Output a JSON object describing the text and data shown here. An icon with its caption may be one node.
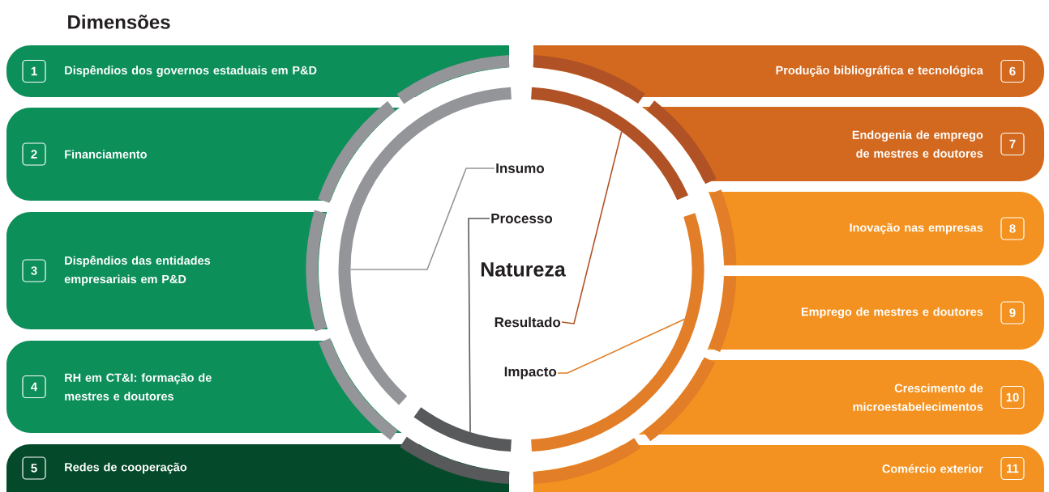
{
  "diagram": {
    "title": "Dimensões",
    "nodes": [
      {
        "text": [
          "1",
          "Dispêndios dos governos estaduais em P&D"
        ]
      },
      {
        "text": [
          "2",
          "Financiamento"
        ]
      },
      {
        "text": [
          "3",
          "Dispêndios das entidades empresariais em P&D"
        ]
      },
      {
        "text": [
          "4",
          "RH em CT&I: formação de mestres e doutores"
        ]
      },
      {
        "text": [
          "5",
          "Redes de cooperação"
        ]
      },
      {
        "text": [
          "Produção bibliográfica e tecnológica",
          "6"
        ]
      },
      {
        "text": [
          "Endogenia de emprego de mestres e doutores",
          "7"
        ]
      },
      {
        "text": [
          "Inovação nas empresas",
          "8"
        ]
      },
      {
        "text": [
          "Emprego de mestres e doutores",
          "9"
        ]
      },
      {
        "text": [
          "Crescimento de microestabelecimentos",
          "10"
        ]
      },
      {
        "text": [
          "Comércio exterior",
          "11"
        ]
      },
      {
        "text": [
          "Insumo"
        ]
      },
      {
        "text": [
          "Processo"
        ]
      },
      {
        "text": [
          "Resultado"
        ]
      },
      {
        "text": [
          "Impacto"
        ]
      },
      {
        "text": [],
        "shape": "arc"
      },
      {
        "text": [],
        "shape": "arc"
      },
      {
        "text": [],
        "shape": "arc"
      },
      {
        "text": [],
        "shape": "arc"
      }
    ],
    "edges": [
      {
        "from": 11,
        "to": 15,
        "arrow": "none",
        "color": "#939598"
      },
      {
        "from": 12,
        "to": 16,
        "arrow": "none",
        "color": "#58595b"
      },
      {
        "from": 13,
        "to": 17,
        "arrow": "none",
        "color": "#b05226"
      },
      {
        "from": 14,
        "to": 18,
        "arrow": "none",
        "color": "#e27d28"
      }
    ],
    "labels": [
      "Natureza"
    ]
  }
}
